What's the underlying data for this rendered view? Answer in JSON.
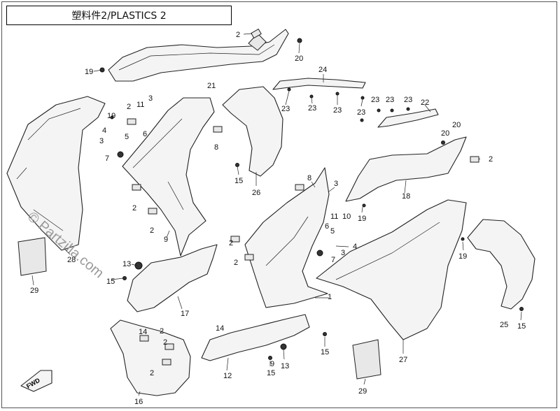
{
  "diagram": {
    "title": "塑料件2/PLASTICS 2",
    "watermark": "© Partzilla.com",
    "fwd_label": "FWD",
    "callouts": [
      {
        "id": "c2a",
        "label": "2"
      },
      {
        "id": "c20a",
        "label": "20"
      },
      {
        "id": "c19a",
        "label": "19"
      },
      {
        "id": "c21",
        "label": "21"
      },
      {
        "id": "c24",
        "label": "24"
      },
      {
        "id": "c3a",
        "label": "3"
      },
      {
        "id": "c2b",
        "label": "2"
      },
      {
        "id": "c11",
        "label": "11"
      },
      {
        "id": "c19b",
        "label": "19"
      },
      {
        "id": "c4a",
        "label": "4"
      },
      {
        "id": "c5a",
        "label": "5"
      },
      {
        "id": "c6a",
        "label": "6"
      },
      {
        "id": "c3b",
        "label": "3"
      },
      {
        "id": "c7a",
        "label": "7"
      },
      {
        "id": "c8a",
        "label": "8"
      },
      {
        "id": "c23a",
        "label": "23"
      },
      {
        "id": "c23b",
        "label": "23"
      },
      {
        "id": "c23c",
        "label": "23"
      },
      {
        "id": "c23d",
        "label": "23"
      },
      {
        "id": "c23e",
        "label": "23"
      },
      {
        "id": "c23f",
        "label": "23"
      },
      {
        "id": "c23g",
        "label": "23"
      },
      {
        "id": "c22",
        "label": "22"
      },
      {
        "id": "c20b",
        "label": "20"
      },
      {
        "id": "c20c",
        "label": "20"
      },
      {
        "id": "c2c",
        "label": "2"
      },
      {
        "id": "c15a",
        "label": "15"
      },
      {
        "id": "c26",
        "label": "26"
      },
      {
        "id": "c2d",
        "label": "2"
      },
      {
        "id": "c2e",
        "label": "2"
      },
      {
        "id": "c9",
        "label": "9"
      },
      {
        "id": "c8b",
        "label": "8"
      },
      {
        "id": "c3c",
        "label": "3"
      },
      {
        "id": "c18",
        "label": "18"
      },
      {
        "id": "c19c",
        "label": "19"
      },
      {
        "id": "c10",
        "label": "10"
      },
      {
        "id": "c11b",
        "label": "11"
      },
      {
        "id": "c6b",
        "label": "6"
      },
      {
        "id": "c5b",
        "label": "5"
      },
      {
        "id": "c4b",
        "label": "4"
      },
      {
        "id": "c3d",
        "label": "3"
      },
      {
        "id": "c7b",
        "label": "7"
      },
      {
        "id": "c2f",
        "label": "2"
      },
      {
        "id": "c2g",
        "label": "2"
      },
      {
        "id": "c19d",
        "label": "19"
      },
      {
        "id": "c28",
        "label": "28"
      },
      {
        "id": "c13a",
        "label": "13"
      },
      {
        "id": "c15b",
        "label": "15"
      },
      {
        "id": "c1",
        "label": "1"
      },
      {
        "id": "c29a",
        "label": "29"
      },
      {
        "id": "c17",
        "label": "17"
      },
      {
        "id": "c14a",
        "label": "14"
      },
      {
        "id": "c2h",
        "label": "2"
      },
      {
        "id": "c14b",
        "label": "14"
      },
      {
        "id": "c2i",
        "label": "2"
      },
      {
        "id": "c2j",
        "label": "2"
      },
      {
        "id": "c16",
        "label": "16"
      },
      {
        "id": "c12",
        "label": "12"
      },
      {
        "id": "c9b",
        "label": "9"
      },
      {
        "id": "c15c",
        "label": "15"
      },
      {
        "id": "c13b",
        "label": "13"
      },
      {
        "id": "c15d",
        "label": "15"
      },
      {
        "id": "c27",
        "label": "27"
      },
      {
        "id": "c29b",
        "label": "29"
      },
      {
        "id": "c25",
        "label": "25"
      },
      {
        "id": "c15e",
        "label": "15"
      }
    ]
  }
}
